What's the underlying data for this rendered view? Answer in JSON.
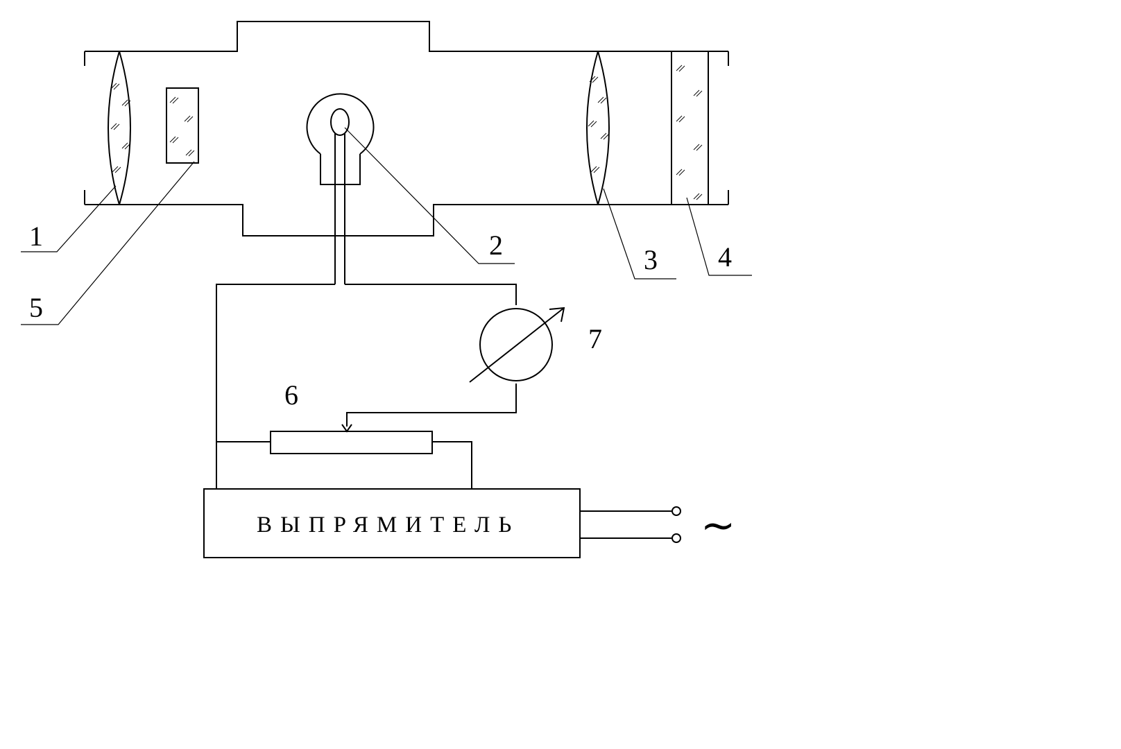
{
  "labels": {
    "n1": "1",
    "n2": "2",
    "n3": "3",
    "n4": "4",
    "n5": "5",
    "n6": "6",
    "n7": "7"
  },
  "rectifier": {
    "label": "ВЫПРЯМИТЕЛЬ"
  },
  "ac_symbol": "~"
}
